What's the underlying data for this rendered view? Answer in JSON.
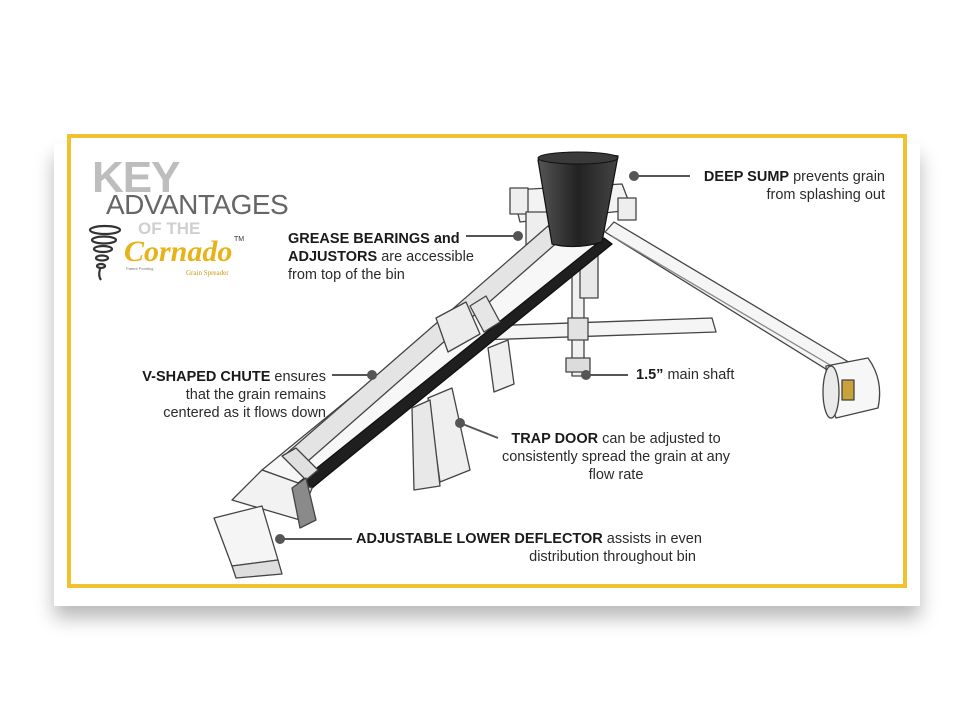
{
  "logo": {
    "key": "KEY",
    "advantages": "ADVANTAGES",
    "of_the": "OF THE",
    "brand": "Cornado",
    "trademark": "TM",
    "tagline": "Patent Pending",
    "subtitle": "Grain Spreader"
  },
  "callouts": {
    "deep_sump": {
      "title": "DEEP SUMP",
      "line1": " prevents grain",
      "line2": "from splashing out"
    },
    "grease": {
      "title1": "GREASE BEARINGS and",
      "title2": "ADJUSTORS",
      "line1": " are accessible",
      "line2": "from top of the bin"
    },
    "chute": {
      "title": "V-SHAPED CHUTE",
      "line1": " ensures",
      "line2": "that the grain remains",
      "line3": "centered as it flows down"
    },
    "shaft": {
      "title": "1.5”",
      "line1": " main shaft"
    },
    "trap": {
      "title": "TRAP DOOR",
      "line1": "  can be adjusted to",
      "line2": "consistently spread the grain at any",
      "line3": "flow rate"
    },
    "deflector": {
      "title": "ADJUSTABLE LOWER DEFLECTOR",
      "line1": "  assists in even",
      "line2": "distribution throughout bin"
    }
  },
  "colors": {
    "frame": "#f1c22d",
    "brand": "#e7b318",
    "leader": "#555555"
  }
}
